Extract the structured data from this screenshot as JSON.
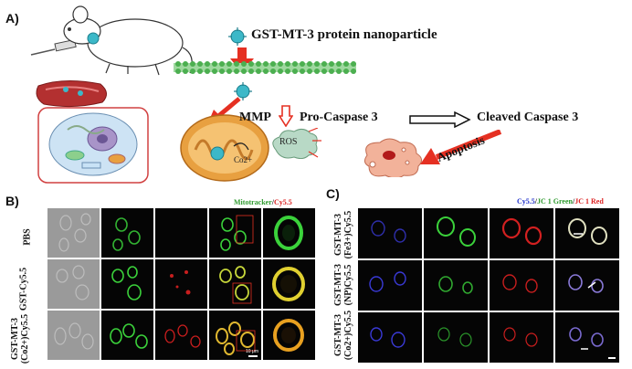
{
  "panel_a": {
    "label": "A)",
    "nanoparticle_title": "GST-MT-3 protein nanoparticle",
    "mmp": "MMP",
    "pro_caspase": "Pro-Caspase 3",
    "cleaved_caspase": "Cleaved Caspase 3",
    "apoptosis": "Apoptosis",
    "ros": "ROS",
    "cobalt": "Co2+",
    "colors": {
      "arrow_red": "#e53022",
      "membrane_green": "#4caf50",
      "mito_orange": "#e8a040",
      "np_teal": "#3cb8c8"
    }
  },
  "panel_b": {
    "label": "B)",
    "legend": {
      "part1": "Mitotracker",
      "sep": "/",
      "part2": "Cy5.5"
    },
    "rows": [
      {
        "line1": "PBS",
        "line2": ""
      },
      {
        "line1": "GST-Cy5.5",
        "line2": ""
      },
      {
        "line1": "GST-MT-3",
        "line2": "(Co2+)Cy5.5"
      }
    ],
    "scale_bar": "10 μm"
  },
  "panel_c": {
    "label": "C)",
    "legend": {
      "part1": "Cy5.5",
      "sep1": "/",
      "part2": "JC 1 Green",
      "sep2": "/",
      "part3": "JC 1 Red"
    },
    "rows": [
      {
        "line1": "GST-MT-3",
        "line2": "(Fe3+)Cy5.5"
      },
      {
        "line1": "GST-MT-3",
        "line2": "(NP)Cy5.5"
      },
      {
        "line1": "GST-MT-3",
        "line2": "(Co2+)Cy5.5"
      }
    ]
  }
}
